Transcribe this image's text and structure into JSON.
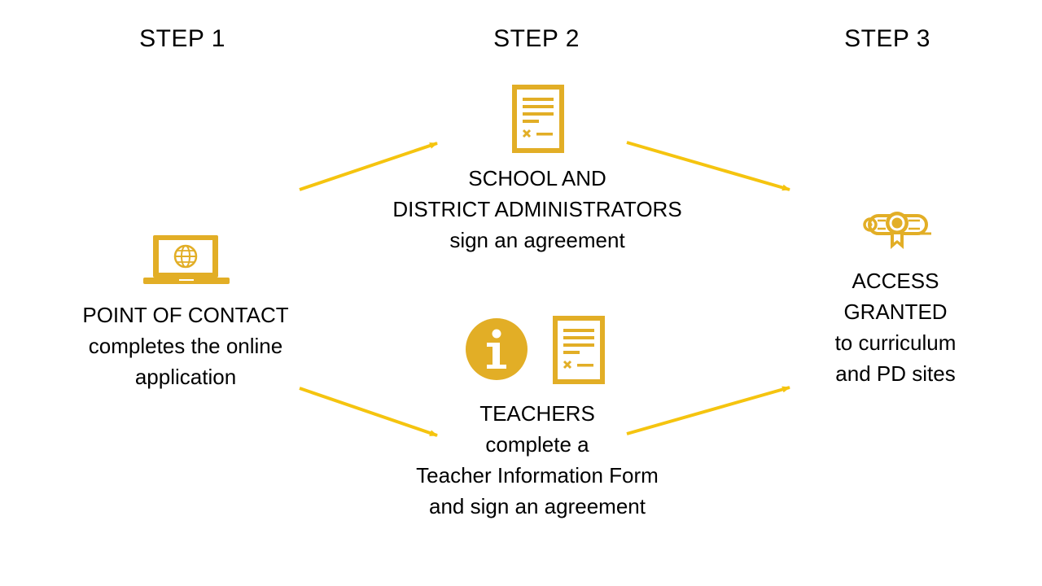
{
  "steps": {
    "step1": "STEP 1",
    "step2": "STEP 2",
    "step3": "STEP 3"
  },
  "nodes": {
    "point_of_contact": {
      "lines": [
        "POINT OF CONTACT",
        "completes the online",
        "application"
      ],
      "icon": "laptop-globe-icon"
    },
    "administrators": {
      "lines": [
        "SCHOOL AND",
        "DISTRICT ADMINISTRATORS",
        "sign an agreement"
      ],
      "icon": "agreement-document-icon"
    },
    "teachers": {
      "lines": [
        "TEACHERS",
        "complete a",
        "Teacher Information Form",
        "and sign an agreement"
      ],
      "icons": [
        "info-circle-icon",
        "agreement-document-icon"
      ]
    },
    "access": {
      "lines": [
        "ACCESS",
        "GRANTED",
        "to curriculum",
        "and PD sites"
      ],
      "icon": "diploma-icon"
    }
  },
  "colors": {
    "accent": "#E2AE26",
    "arrow": "#F5C40F",
    "text": "#000000",
    "background": "#FFFFFF"
  }
}
